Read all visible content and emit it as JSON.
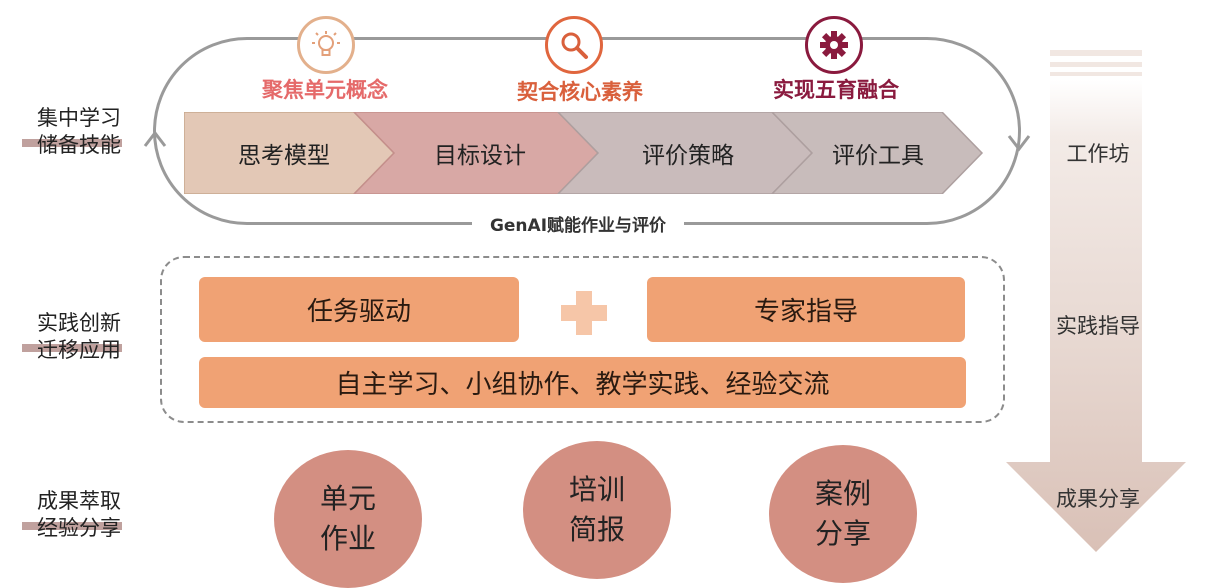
{
  "stages": [
    {
      "line1": "集中学习",
      "line2": "储备技能"
    },
    {
      "line1": "实践创新",
      "line2": "迁移应用"
    },
    {
      "line1": "成果萃取",
      "line2": "经验分享"
    }
  ],
  "goals": [
    {
      "title": "聚焦单元概念",
      "icon": "lightbulb-icon",
      "color": "#e56a6a"
    },
    {
      "title": "契合核心素养",
      "icon": "search-icon",
      "color": "#d9603c"
    },
    {
      "title": "实现五育融合",
      "icon": "gear-icon",
      "color": "#8a1a3e"
    }
  ],
  "steps": [
    "思考模型",
    "目标设计",
    "评价策略",
    "评价工具"
  ],
  "loop_caption": "GenAI赋能作业与评价",
  "practice": {
    "left": "任务驱动",
    "right": "专家指导",
    "bottom": "自主学习、小组协作、教学实践、经验交流"
  },
  "results": [
    {
      "line1": "单元",
      "line2": "作业"
    },
    {
      "line1": "培训",
      "line2": "简报"
    },
    {
      "line1": "案例",
      "line2": "分享"
    }
  ],
  "flow": [
    "工作坊",
    "实践指导",
    "成果分享"
  ]
}
